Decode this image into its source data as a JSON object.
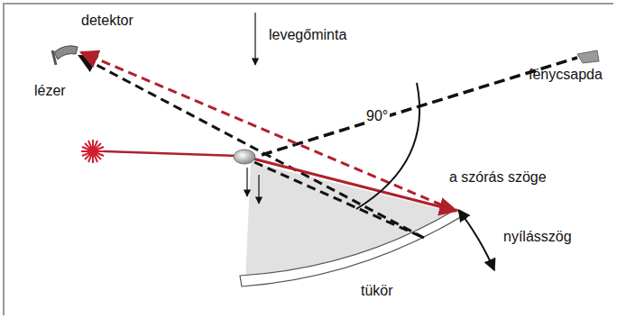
{
  "diagram": {
    "labels": [
      "detektor",
      "levegőminta",
      "lézer",
      "fénycsapda",
      "90°",
      "a szórás szöge",
      "nyílásszög",
      "tükör"
    ]
  }
}
